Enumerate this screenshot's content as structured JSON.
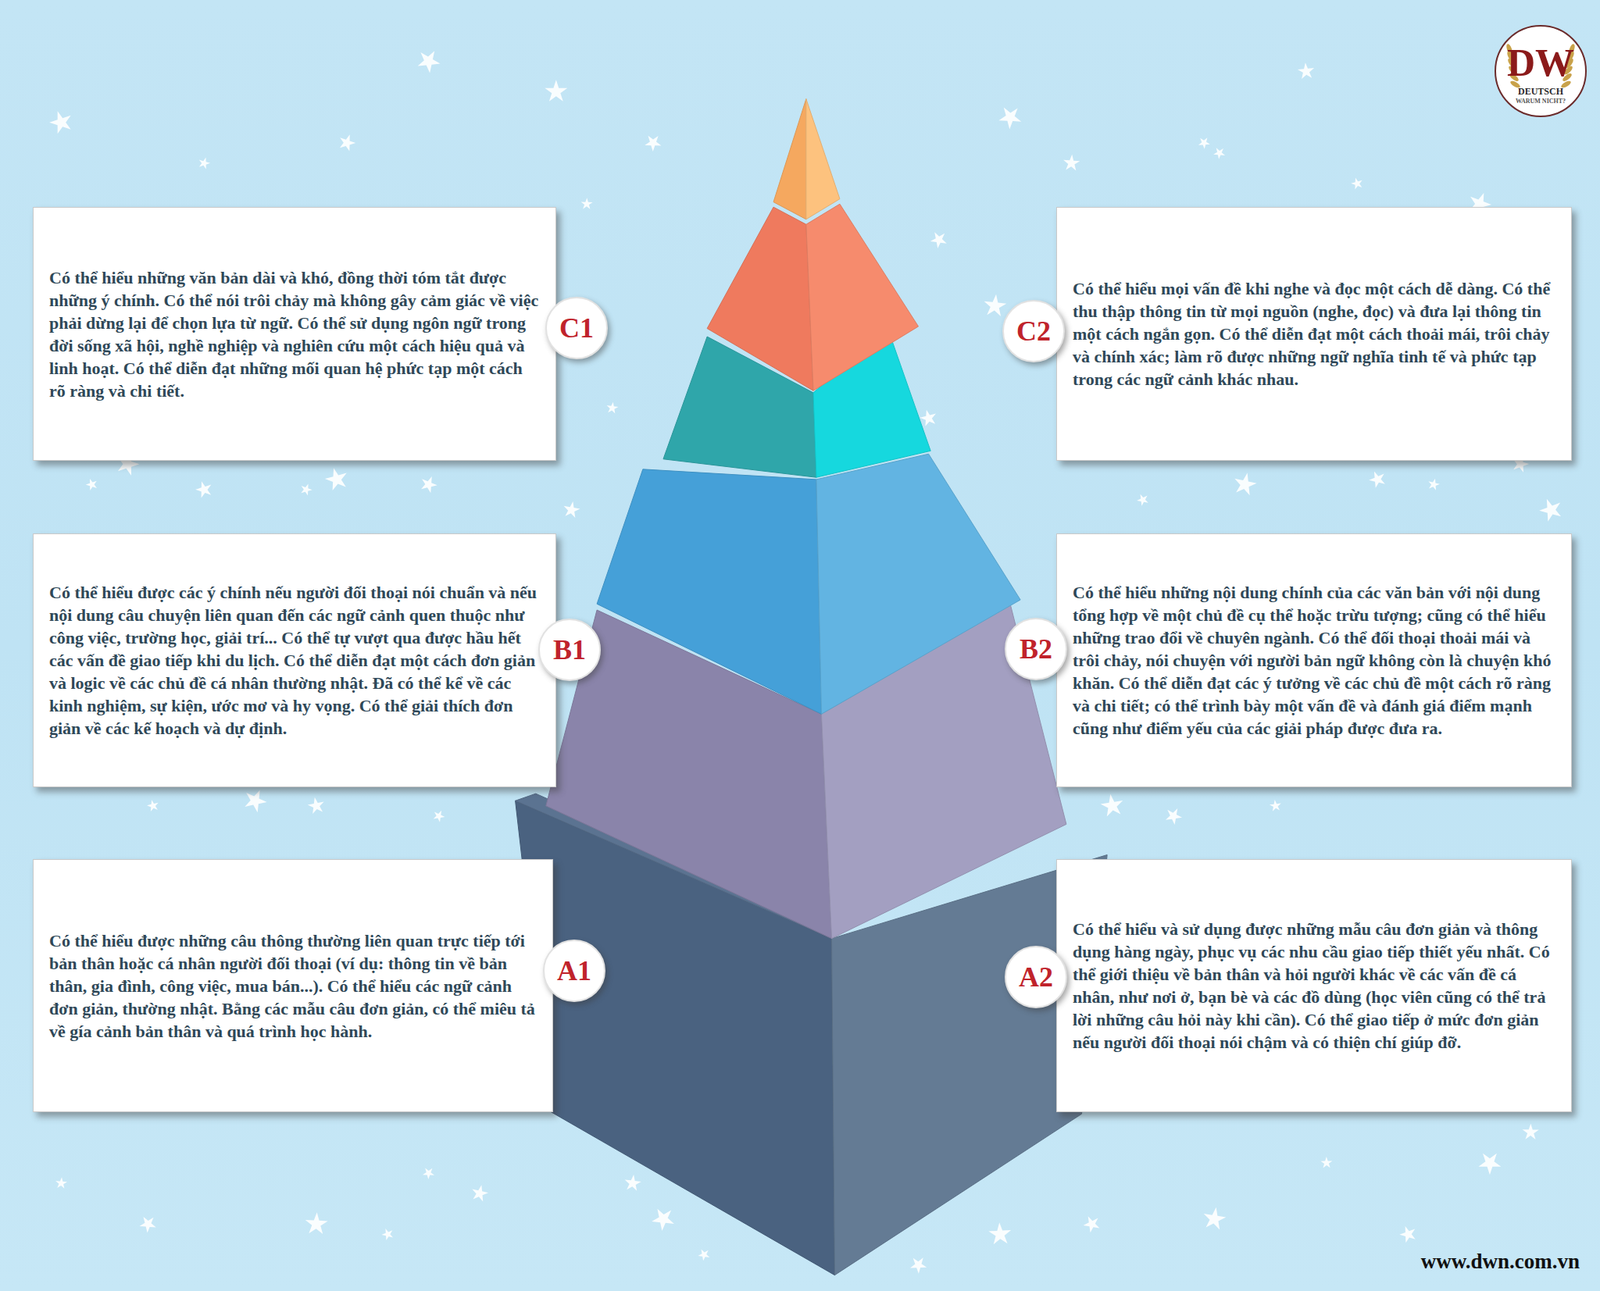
{
  "diagram": {
    "nodes": [
      {
        "text": [
          "Có thể hiểu những văn bản dài và khó, đồng thời tóm tắt được những ý chính. Có thể nói trôi chảy mà không gây cảm giác về việc phải dừng lại để chọn lựa từ ngữ. Có thể sử dụng ngôn ngữ trong đời sống xã hội, nghề nghiệp và nghiên cứu một cách hiệu quả và linh hoạt. Có thể diễn đạt những mối quan hệ phức tạp một cách rõ ràng và chi tiết."
        ]
      },
      {
        "text": [
          "C1"
        ]
      },
      {
        "text": [
          "C2"
        ]
      },
      {
        "text": [
          "Có thể hiểu mọi vấn đề khi nghe và đọc một cách dễ dàng. Có thể thu thập thông tin từ mọi nguồn (nghe, đọc) và đưa lại thông tin một cách ngắn gọn. Có thể diễn đạt một cách thoải mái, trôi chảy và chính xác; làm rõ được những ngữ nghĩa tinh tế và phức tạp trong các ngữ cảnh khác nhau."
        ]
      },
      {
        "text": [
          "Có thể hiểu được các ý chính nếu người đối thoại nói chuẩn và nếu nội dung câu chuyện liên quan đến các ngữ cảnh quen thuộc như công việc, trường học, giải trí... Có thể tự vượt qua được hầu hết các vấn đề giao tiếp khi du lịch. Có thể diễn đạt một cách đơn giản và logic về các chủ đề cá nhân thường nhật. Đã có thể kể về các kinh nghiệm, sự kiện, ước mơ và hy vọng. Có thể giải thích đơn giản về các kế hoạch và dự định."
        ]
      },
      {
        "text": [
          "B1"
        ]
      },
      {
        "text": [
          "B2"
        ]
      },
      {
        "text": [
          "Có thể hiểu những nội dung chính của các văn bản với nội dung tổng hợp về một chủ đề cụ thể hoặc trừu tượng; cũng có thể hiểu những trao đổi về chuyên ngành. Có thể đối thoại thoải mái và trôi chảy, nói chuyện với người bản ngữ không còn là chuyện khó khăn. Có thể diễn đạt các ý tưởng về các chủ đề một cách rõ ràng và chi tiết; có thể trình bày một vấn đề và đánh giá điểm mạnh cũng như điểm yếu của các giải pháp được đưa ra."
        ]
      },
      {
        "text": [
          "Có thể hiểu được những câu thông thường liên quan trực tiếp tới bản thân hoặc cá nhân người đối thoại (ví dụ: thông tin về bản thân, gia đình, công việc, mua bán...). Có thể hiểu các ngữ cảnh đơn giản, thường nhật. Bằng các mẫu câu đơn giản, có thể miêu tả về gía cảnh bản thân và quá trình học hành."
        ]
      },
      {
        "text": [
          "A1"
        ]
      },
      {
        "text": [
          "A2"
        ]
      },
      {
        "text": [
          "Có thể hiểu và sử dụng được những mẫu câu đơn giản và thông dụng hàng ngày, phục vụ các nhu cầu giao tiếp thiết yếu nhất. Có thể giới thiệu về bản thân và hỏi người khác về các vấn đề cá nhân, như nơi ở, bạn bè và các đồ dùng (học viên cũng có thể trả lời những câu hỏi này khi cần). Có thể giao tiếp ở mức đơn giản nếu người đối thoại nói chậm và có thiện chí giúp đỡ."
        ]
      }
    ],
    "labels": [
      "DW",
      "DEUTSCH",
      "WARUM NICHT?",
      "www.dwn.com.vn"
    ]
  }
}
